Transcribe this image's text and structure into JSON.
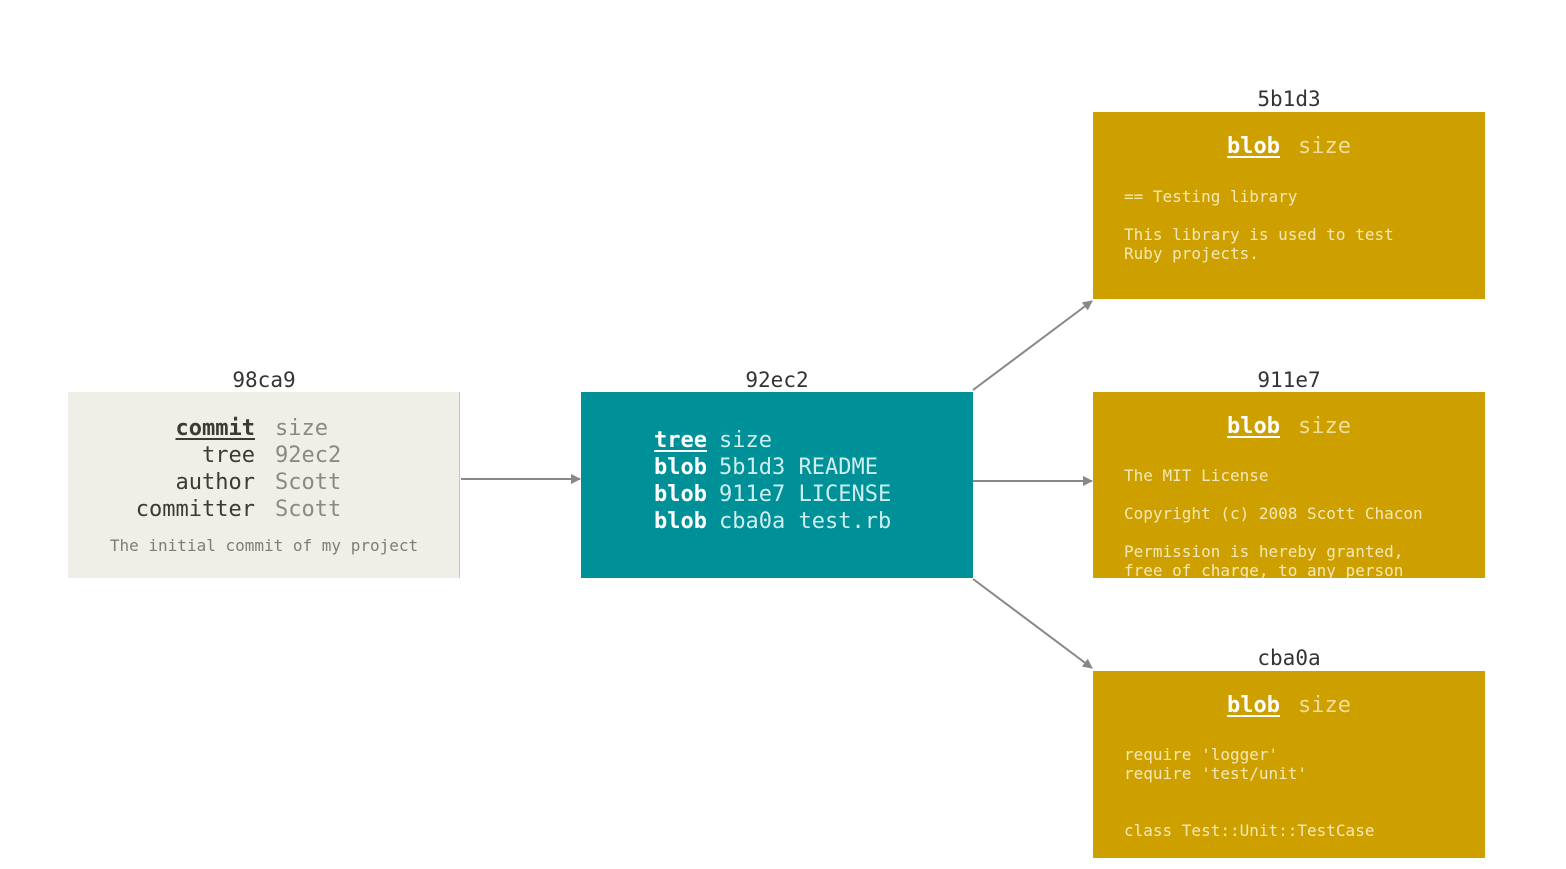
{
  "commit": {
    "hash": "98ca9",
    "rows": [
      {
        "key": "commit",
        "value": "size"
      },
      {
        "key": "tree",
        "value": "92ec2"
      },
      {
        "key": "author",
        "value": "Scott"
      },
      {
        "key": "committer",
        "value": "Scott"
      }
    ],
    "message": "The initial commit of my project"
  },
  "tree": {
    "hash": "92ec2",
    "rows": [
      {
        "type": "tree",
        "rest": "size"
      },
      {
        "type": "blob",
        "rest": "5b1d3 README"
      },
      {
        "type": "blob",
        "rest": "911e7 LICENSE"
      },
      {
        "type": "blob",
        "rest": "cba0a test.rb"
      }
    ]
  },
  "blobs": [
    {
      "hash": "5b1d3",
      "type": "blob",
      "size": "size",
      "lines": [
        "== Testing library",
        "This library is used to test",
        "Ruby projects."
      ]
    },
    {
      "hash": "911e7",
      "type": "blob",
      "size": "size",
      "lines": [
        "The MIT License",
        "Copyright (c) 2008 Scott Chacon",
        "Permission is hereby granted,",
        "free of charge, to any person"
      ]
    },
    {
      "hash": "cba0a",
      "type": "blob",
      "size": "size",
      "lines": [
        "require 'logger'",
        "require 'test/unit'",
        "class Test::Unit::TestCase"
      ]
    }
  ],
  "colors": {
    "commit_bg": "#efeee7",
    "tree_bg": "#009098",
    "blob_bg": "#cda000",
    "arrow": "#8a8784"
  }
}
